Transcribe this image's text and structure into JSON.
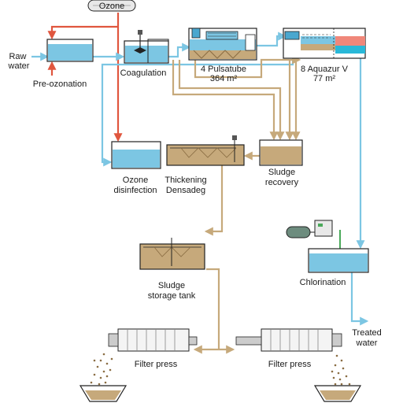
{
  "colors": {
    "water": "#7cc6e3",
    "water_dark": "#4aa7cf",
    "sludge": "#c6a97b",
    "sludge_dark": "#8a6d43",
    "ozone": "#e0563e",
    "pink": "#f0877a",
    "teal": "#29b8d8",
    "chlorine_green": "#4aa95a",
    "outline": "#222222"
  },
  "labels": {
    "ozone": "Ozone",
    "raw_water": "Raw\nwater",
    "pre_ozonation": "Pre-ozonation",
    "coagulation": "Coagulation",
    "pulsatube_line1": "4 Pulsatube",
    "pulsatube_line2": "364 m²",
    "aquazur_line1": "8 Aquazur V",
    "aquazur_line2": "77 m²",
    "ozone_disinfection_line1": "Ozone",
    "ozone_disinfection_line2": "disinfection",
    "thickening_line1": "Thickening",
    "thickening_line2": "Densadeg",
    "sludge_recovery_line1": "Sludge",
    "sludge_recovery_line2": "recovery",
    "chlorination": "Chlorination",
    "sludge_storage_line1": "Sludge",
    "sludge_storage_line2": "storage tank",
    "treated_water_line1": "Treated",
    "treated_water_line2": "water",
    "filter_press_left": "Filter press",
    "filter_press_right": "Filter press"
  },
  "icons": [
    "ozone-generator-icon",
    "mixer-icon",
    "chlorinator-icon",
    "filter-press-icon",
    "sludge-skip-icon"
  ]
}
